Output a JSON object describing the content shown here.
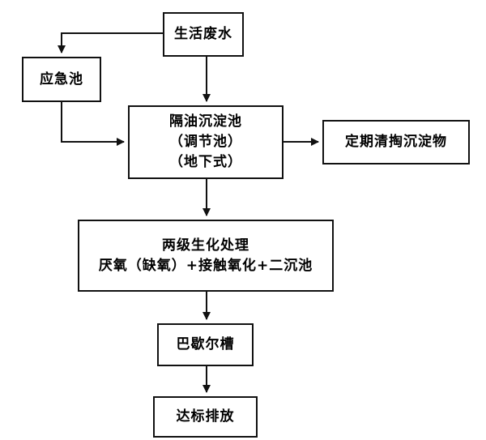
{
  "nodes": {
    "source": {
      "lines": [
        "生活废水"
      ]
    },
    "emergency": {
      "lines": [
        "应急池"
      ]
    },
    "sedimentation": {
      "lines": [
        "隔油沉淀池",
        "（调节池）",
        "（地下式）"
      ]
    },
    "sludge": {
      "lines": [
        "定期清掏沉淀物"
      ]
    },
    "biological": {
      "lines": [
        "两级生化处理",
        "厌氧（缺氧）+接触氧化+二沉池"
      ]
    },
    "parshall": {
      "lines": [
        "巴歇尔槽"
      ]
    },
    "discharge": {
      "lines": [
        "达标排放"
      ]
    }
  }
}
